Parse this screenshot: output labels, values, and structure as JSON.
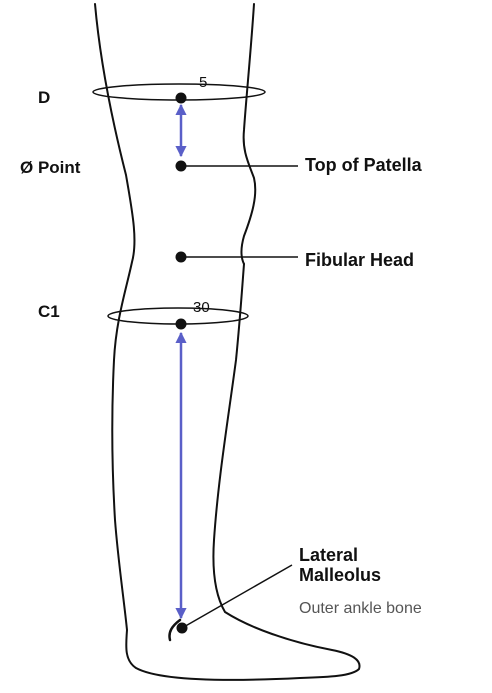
{
  "colors": {
    "outline": "#111111",
    "arrow": "#5a5fc8",
    "subtext": "#555555"
  },
  "levels": {
    "d": {
      "label": "D",
      "value": "5"
    },
    "zero_point": {
      "label": "Ø Point"
    },
    "c1": {
      "label": "C1",
      "value": "30"
    }
  },
  "landmarks": {
    "top_of_patella": "Top of Patella",
    "fibular_head": "Fibular Head",
    "lateral_malleolus": {
      "line1": "Lateral",
      "line2": "Malleolus",
      "description": "Outer ankle bone"
    }
  }
}
